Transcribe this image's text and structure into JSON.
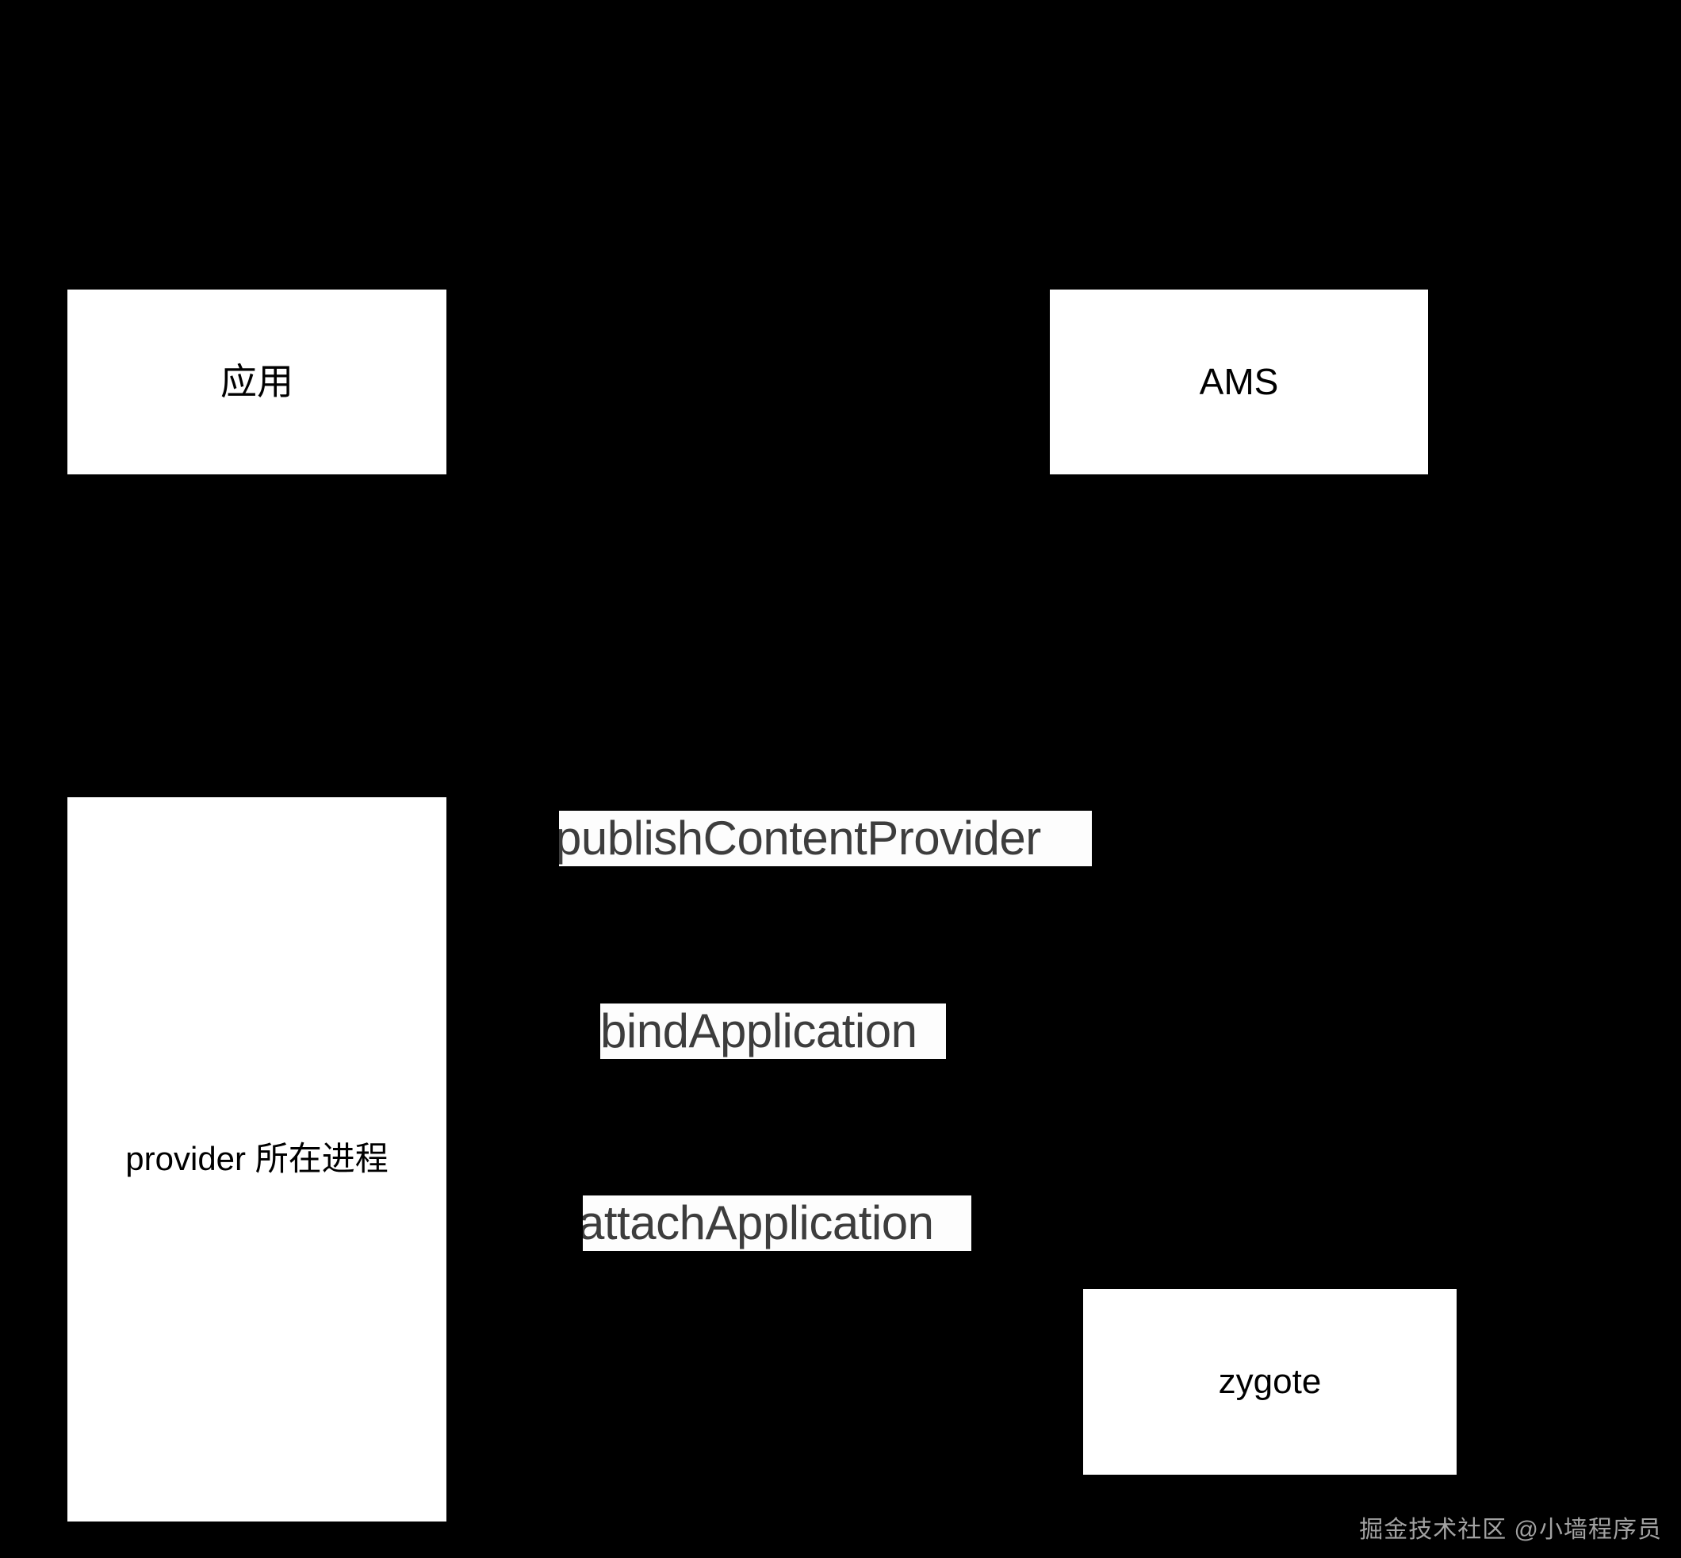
{
  "diagram": {
    "background_color": "#000000",
    "node_fill_color": "#ffffff",
    "node_text_color": "#000000",
    "message_text_color": "#3d3d3d",
    "message_band_color": "#fdfdfd",
    "nodes": [
      {
        "id": "app",
        "label": "应用"
      },
      {
        "id": "ams",
        "label": "AMS"
      },
      {
        "id": "provider",
        "label": "provider 所在进程"
      },
      {
        "id": "zygote",
        "label": "zygote"
      }
    ],
    "messages": [
      {
        "id": "publish",
        "label": "publishContentProvider"
      },
      {
        "id": "bind",
        "label": "bindApplication"
      },
      {
        "id": "attach",
        "label": "attachApplication"
      }
    ],
    "watermark": "掘金技术社区 @小墙程序员"
  }
}
